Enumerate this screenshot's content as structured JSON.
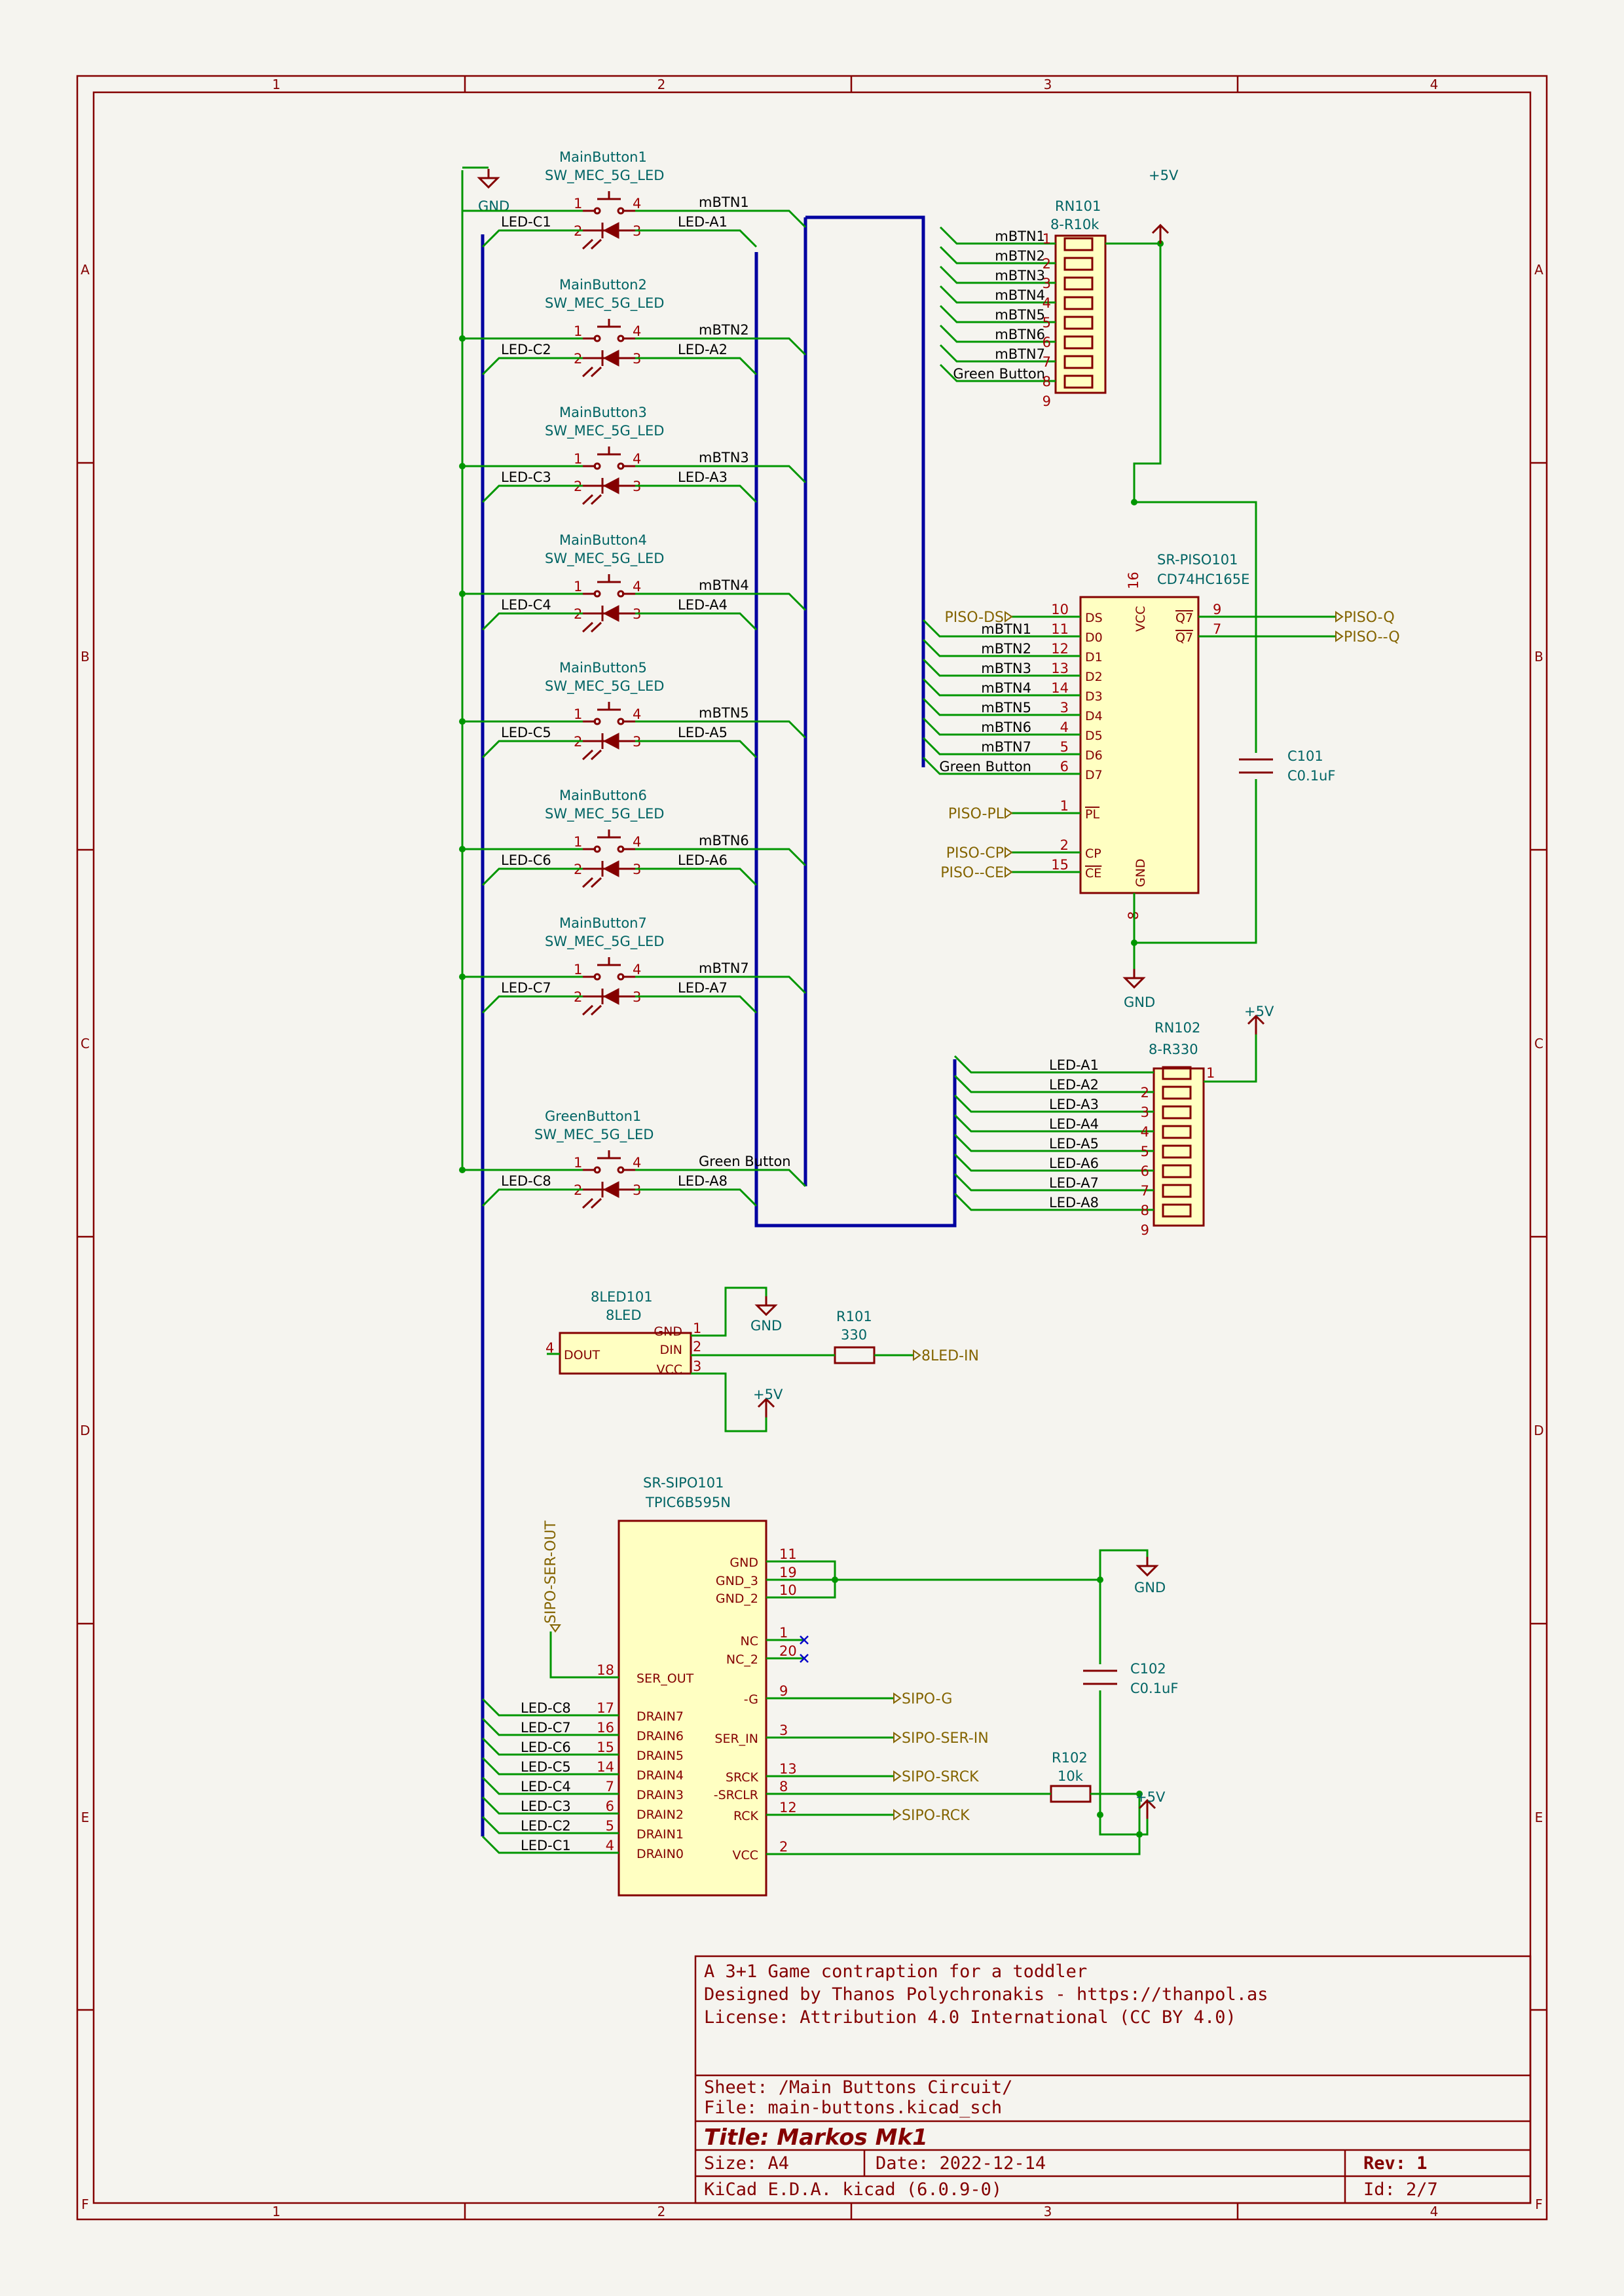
{
  "colors": {
    "background": "#f5f4ef",
    "frame": "#840000",
    "wire": "#009600",
    "bus": "#0000a0",
    "component_body": "#ffffc2",
    "reference": "#006464",
    "global_label": "#846400"
  },
  "frame": {
    "col_labels": [
      "1",
      "2",
      "3",
      "4"
    ],
    "row_labels": [
      "A",
      "B",
      "C",
      "D",
      "E",
      "F"
    ]
  },
  "buttons": [
    {
      "ref": "MainButton1",
      "value": "SW_MEC_5G_LED",
      "net": "mBTN1",
      "cathode": "LED-C1",
      "anode": "LED-A1"
    },
    {
      "ref": "MainButton2",
      "value": "SW_MEC_5G_LED",
      "net": "mBTN2",
      "cathode": "LED-C2",
      "anode": "LED-A2"
    },
    {
      "ref": "MainButton3",
      "value": "SW_MEC_5G_LED",
      "net": "mBTN3",
      "cathode": "LED-C3",
      "anode": "LED-A3"
    },
    {
      "ref": "MainButton4",
      "value": "SW_MEC_5G_LED",
      "net": "mBTN4",
      "cathode": "LED-C4",
      "anode": "LED-A4"
    },
    {
      "ref": "MainButton5",
      "value": "SW_MEC_5G_LED",
      "net": "mBTN5",
      "cathode": "LED-C5",
      "anode": "LED-A5"
    },
    {
      "ref": "MainButton6",
      "value": "SW_MEC_5G_LED",
      "net": "mBTN6",
      "cathode": "LED-C6",
      "anode": "LED-A6"
    },
    {
      "ref": "MainButton7",
      "value": "SW_MEC_5G_LED",
      "net": "mBTN7",
      "cathode": "LED-C7",
      "anode": "LED-A7"
    },
    {
      "ref": "GreenButton1",
      "value": "SW_MEC_5G_LED",
      "net": "Green Button",
      "cathode": "LED-C8",
      "anode": "LED-A8"
    }
  ],
  "switch_pins": [
    "1",
    "4",
    "2",
    "3"
  ],
  "gnd_label": "GND",
  "vcc_label": "+5V",
  "rn101": {
    "ref": "RN101",
    "value": "8-R10k",
    "nets": [
      "mBTN1",
      "mBTN2",
      "mBTN3",
      "mBTN4",
      "mBTN5",
      "mBTN6",
      "mBTN7",
      "Green Button"
    ],
    "pins": [
      "1",
      "2",
      "3",
      "4",
      "5",
      "6",
      "7",
      "8",
      "9"
    ]
  },
  "rn102": {
    "ref": "RN102",
    "value": "8-R330",
    "nets": [
      "LED-A1",
      "LED-A2",
      "LED-A3",
      "LED-A4",
      "LED-A5",
      "LED-A6",
      "LED-A7",
      "LED-A8"
    ],
    "pins": [
      "1",
      "2",
      "3",
      "4",
      "5",
      "6",
      "7",
      "8",
      "9"
    ]
  },
  "piso": {
    "ref": "SR-PISO101",
    "value": "CD74HC165E",
    "left_pins": [
      {
        "net": "PISO-DS",
        "global": true,
        "num": "10",
        "name": "DS"
      },
      {
        "net": "mBTN1",
        "global": false,
        "num": "11",
        "name": "D0"
      },
      {
        "net": "mBTN2",
        "global": false,
        "num": "12",
        "name": "D1"
      },
      {
        "net": "mBTN3",
        "global": false,
        "num": "13",
        "name": "D2"
      },
      {
        "net": "mBTN4",
        "global": false,
        "num": "14",
        "name": "D3"
      },
      {
        "net": "mBTN5",
        "global": false,
        "num": "3",
        "name": "D4"
      },
      {
        "net": "mBTN6",
        "global": false,
        "num": "4",
        "name": "D5"
      },
      {
        "net": "mBTN7",
        "global": false,
        "num": "5",
        "name": "D6"
      },
      {
        "net": "Green Button",
        "global": false,
        "num": "6",
        "name": "D7"
      },
      {
        "net": "PISO-PL",
        "global": true,
        "num": "1",
        "name": "PL"
      },
      {
        "net": "PISO-CP",
        "global": true,
        "num": "2",
        "name": "CP"
      },
      {
        "net": "PISO--CE",
        "global": true,
        "num": "15",
        "name": "CE"
      }
    ],
    "right_pins": [
      {
        "net": "PISO-Q",
        "num": "9",
        "name": "Q7"
      },
      {
        "net": "PISO--Q",
        "num": "7",
        "name": "Q7"
      }
    ],
    "vcc_pin": {
      "num": "16",
      "name": "VCC"
    },
    "gnd_pin": {
      "num": "8",
      "name": "GND"
    }
  },
  "c101": {
    "ref": "C101",
    "value": "C0.1uF"
  },
  "led8": {
    "ref": "8LED101",
    "value": "8LED",
    "pins": [
      {
        "num": "1",
        "name": "GND"
      },
      {
        "num": "2",
        "name": "DIN"
      },
      {
        "num": "3",
        "name": "VCC"
      }
    ],
    "dout": {
      "num": "4",
      "name": "DOUT"
    }
  },
  "r101": {
    "ref": "R101",
    "value": "330",
    "net": "8LED-IN"
  },
  "sipo": {
    "ref": "SR-SIPO101",
    "value": "TPIC6B595N",
    "ser_out_label": "SIPO-SER-OUT",
    "left_pins": [
      {
        "num": "18",
        "name": "SER_OUT",
        "net": ""
      },
      {
        "num": "17",
        "name": "DRAIN7",
        "net": "LED-C8"
      },
      {
        "num": "16",
        "name": "DRAIN6",
        "net": "LED-C7"
      },
      {
        "num": "15",
        "name": "DRAIN5",
        "net": "LED-C6"
      },
      {
        "num": "14",
        "name": "DRAIN4",
        "net": "LED-C5"
      },
      {
        "num": "7",
        "name": "DRAIN3",
        "net": "LED-C4"
      },
      {
        "num": "6",
        "name": "DRAIN2",
        "net": "LED-C3"
      },
      {
        "num": "5",
        "name": "DRAIN1",
        "net": "LED-C2"
      },
      {
        "num": "4",
        "name": "DRAIN0",
        "net": "LED-C1"
      }
    ],
    "right_pins": [
      {
        "num": "11",
        "name": "GND",
        "net": ""
      },
      {
        "num": "19",
        "name": "GND_3",
        "net": ""
      },
      {
        "num": "10",
        "name": "GND_2",
        "net": ""
      },
      {
        "num": "1",
        "name": "NC",
        "net": ""
      },
      {
        "num": "20",
        "name": "NC_2",
        "net": ""
      },
      {
        "num": "9",
        "name": "-G",
        "net": "SIPO-G"
      },
      {
        "num": "3",
        "name": "SER_IN",
        "net": "SIPO-SER-IN"
      },
      {
        "num": "13",
        "name": "SRCK",
        "net": "SIPO-SRCK"
      },
      {
        "num": "8",
        "name": "-SRCLR",
        "net": ""
      },
      {
        "num": "12",
        "name": "RCK",
        "net": "SIPO-RCK"
      },
      {
        "num": "2",
        "name": "VCC",
        "net": ""
      }
    ]
  },
  "c102": {
    "ref": "C102",
    "value": "C0.1uF"
  },
  "r102": {
    "ref": "R102",
    "value": "10k"
  },
  "title_block": {
    "comment1": "A 3+1 Game contraption for a toddler",
    "comment2": "Designed by Thanos Polychronakis - https://thanpol.as",
    "comment3": "License: Attribution 4.0 International (CC BY 4.0)",
    "sheet": "Sheet: /Main Buttons Circuit/",
    "file": "File: main-buttons.kicad_sch",
    "title": "Title: Markos Mk1",
    "size": "Size: A4",
    "date": "Date: 2022-12-14",
    "rev": "Rev: 1",
    "tool": "KiCad E.D.A.  kicad (6.0.9-0)",
    "id": "Id: 2/7"
  }
}
